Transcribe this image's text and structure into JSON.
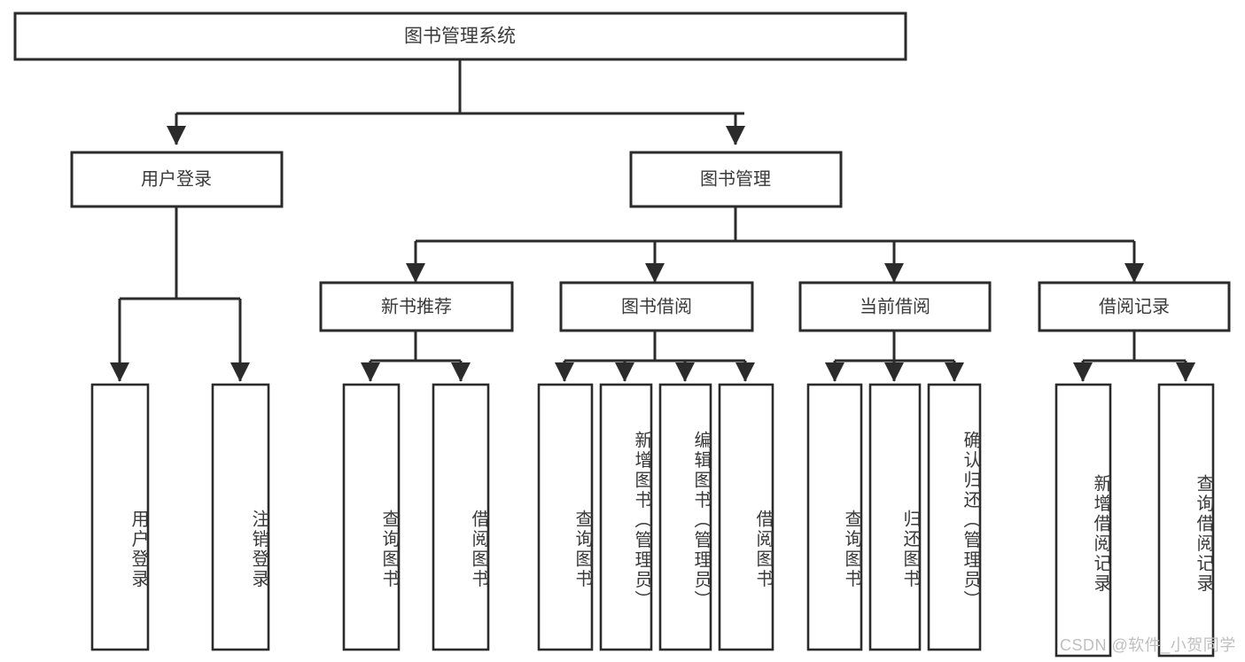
{
  "diagram": {
    "type": "tree-hierarchy",
    "orientation": "top-down",
    "background_color": "#ffffff",
    "stroke_color": "#2b2b2b",
    "text_color": "#3a3a3a",
    "root": {
      "label": "图书管理系统"
    },
    "level2": [
      {
        "label": "用户登录"
      },
      {
        "label": "图书管理"
      }
    ],
    "level3": [
      {
        "label": "新书推荐"
      },
      {
        "label": "图书借阅"
      },
      {
        "label": "当前借阅"
      },
      {
        "label": "借阅记录"
      }
    ],
    "leaves": {
      "user_login": [
        {
          "label": "用户登录"
        },
        {
          "label": "注销登录"
        }
      ],
      "new_book_recommend": [
        {
          "label": "查询图书"
        },
        {
          "label": "借阅图书"
        }
      ],
      "book_borrow": [
        {
          "label": "查询图书"
        },
        {
          "label": "新增图书（管理员）"
        },
        {
          "label": "编辑图书（管理员）"
        },
        {
          "label": "借阅图书"
        }
      ],
      "current_borrow": [
        {
          "label": "查询图书"
        },
        {
          "label": "归还图书"
        },
        {
          "label": "确认归还（管理员）"
        }
      ],
      "borrow_record": [
        {
          "label": "新增借阅记录"
        },
        {
          "label": "查询借阅记录"
        }
      ]
    }
  },
  "watermark": {
    "text": "CSDN @软件_小贺同学"
  }
}
